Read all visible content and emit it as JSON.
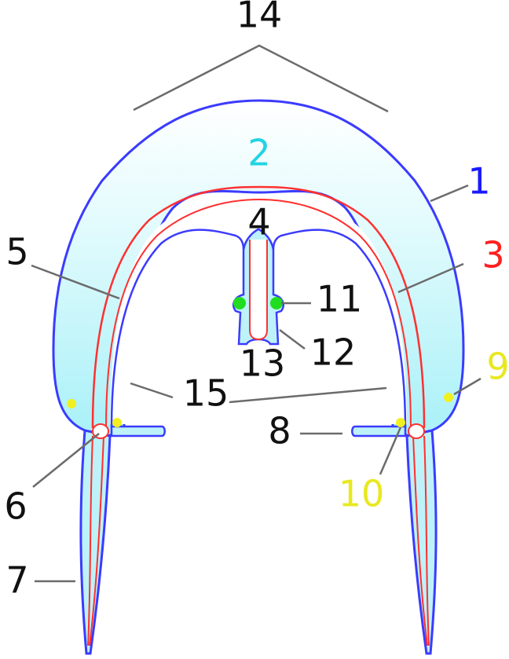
{
  "labels": [
    {
      "key": "l1",
      "text": "1",
      "color": "#1a1aff"
    },
    {
      "key": "l2",
      "text": "2",
      "color": "#22d4e4"
    },
    {
      "key": "l3",
      "text": "3",
      "color": "#ff2020"
    },
    {
      "key": "l4",
      "text": "4",
      "color": "#111111"
    },
    {
      "key": "l5",
      "text": "5",
      "color": "#111111"
    },
    {
      "key": "l6",
      "text": "6",
      "color": "#111111"
    },
    {
      "key": "l7",
      "text": "7",
      "color": "#111111"
    },
    {
      "key": "l8",
      "text": "8",
      "color": "#111111"
    },
    {
      "key": "l9",
      "text": "9",
      "color": "#e8e822"
    },
    {
      "key": "l10",
      "text": "10",
      "color": "#e8e822"
    },
    {
      "key": "l11",
      "text": "11",
      "color": "#111111"
    },
    {
      "key": "l12",
      "text": "12",
      "color": "#111111"
    },
    {
      "key": "l13",
      "text": "13",
      "color": "#111111"
    },
    {
      "key": "l14",
      "text": "14",
      "color": "#111111"
    },
    {
      "key": "l15",
      "text": "15",
      "color": "#111111"
    }
  ],
  "colors": {
    "outer_outline": "#3b3bff",
    "mesoglea_fill": "#c8f4f8",
    "endoderm_line": "#ff3030",
    "leader_line": "#6b6b6b",
    "nerve_dot": "#f0f020",
    "gonad_dot": "#20dd20"
  }
}
